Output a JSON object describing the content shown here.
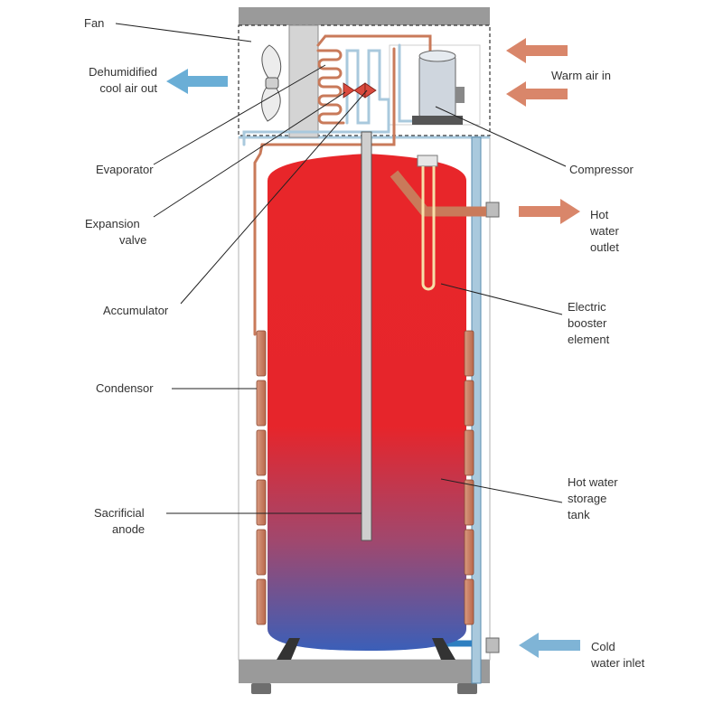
{
  "labels": {
    "fan": "Fan",
    "dehumidified_l1": "Dehumidified",
    "dehumidified_l2": "cool air out",
    "warm_air": "Warm air in",
    "evaporator": "Evaporator",
    "compressor": "Compressor",
    "expansion_l1": "Expansion",
    "expansion_l2": "valve",
    "hot_outlet_l1": "Hot",
    "hot_outlet_l2": "water",
    "hot_outlet_l3": "outlet",
    "accumulator": "Accumulator",
    "booster_l1": "Electric",
    "booster_l2": "booster",
    "booster_l3": "element",
    "condensor": "Condensor",
    "tank_l1": "Hot water",
    "tank_l2": "storage",
    "tank_l3": "tank",
    "anode_l1": "Sacrificial",
    "anode_l2": "anode",
    "cold_l1": "Cold",
    "cold_l2": "water inlet"
  },
  "colors": {
    "hot_red": "#e8262a",
    "cold_blue": "#3b5fb8",
    "copper": "#c97a5a",
    "cool_arrow": "#6aaed6",
    "warm_arrow": "#d9866a",
    "cold_pipe": "#a9c9dd",
    "casing": "#9a9a9a"
  }
}
